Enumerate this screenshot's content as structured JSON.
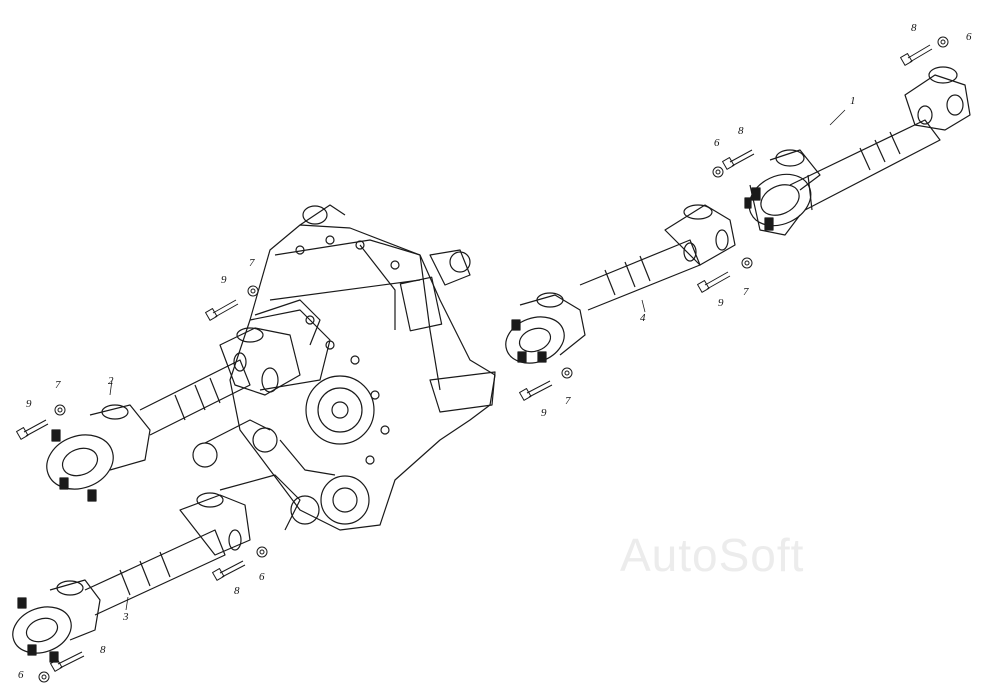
{
  "watermark": "AutoSoft",
  "callouts": {
    "shaft_1": "1",
    "shaft_2": "2",
    "shaft_3": "3",
    "shaft_4": "4",
    "tr_bolt": "8",
    "tr_nut": "6",
    "mid_nut": "6",
    "mid_bolt": "8",
    "s4_bolt": "9",
    "s4_nut": "7",
    "s4b_bolt": "9",
    "s4b_nut": "7",
    "tc_bolt": "9",
    "tc_nut": "7",
    "s2_bolt": "9",
    "s2_nut": "7",
    "s3m_bolt": "8",
    "s3m_nut": "6",
    "s3e_bolt": "8",
    "s3e_nut": "6"
  }
}
